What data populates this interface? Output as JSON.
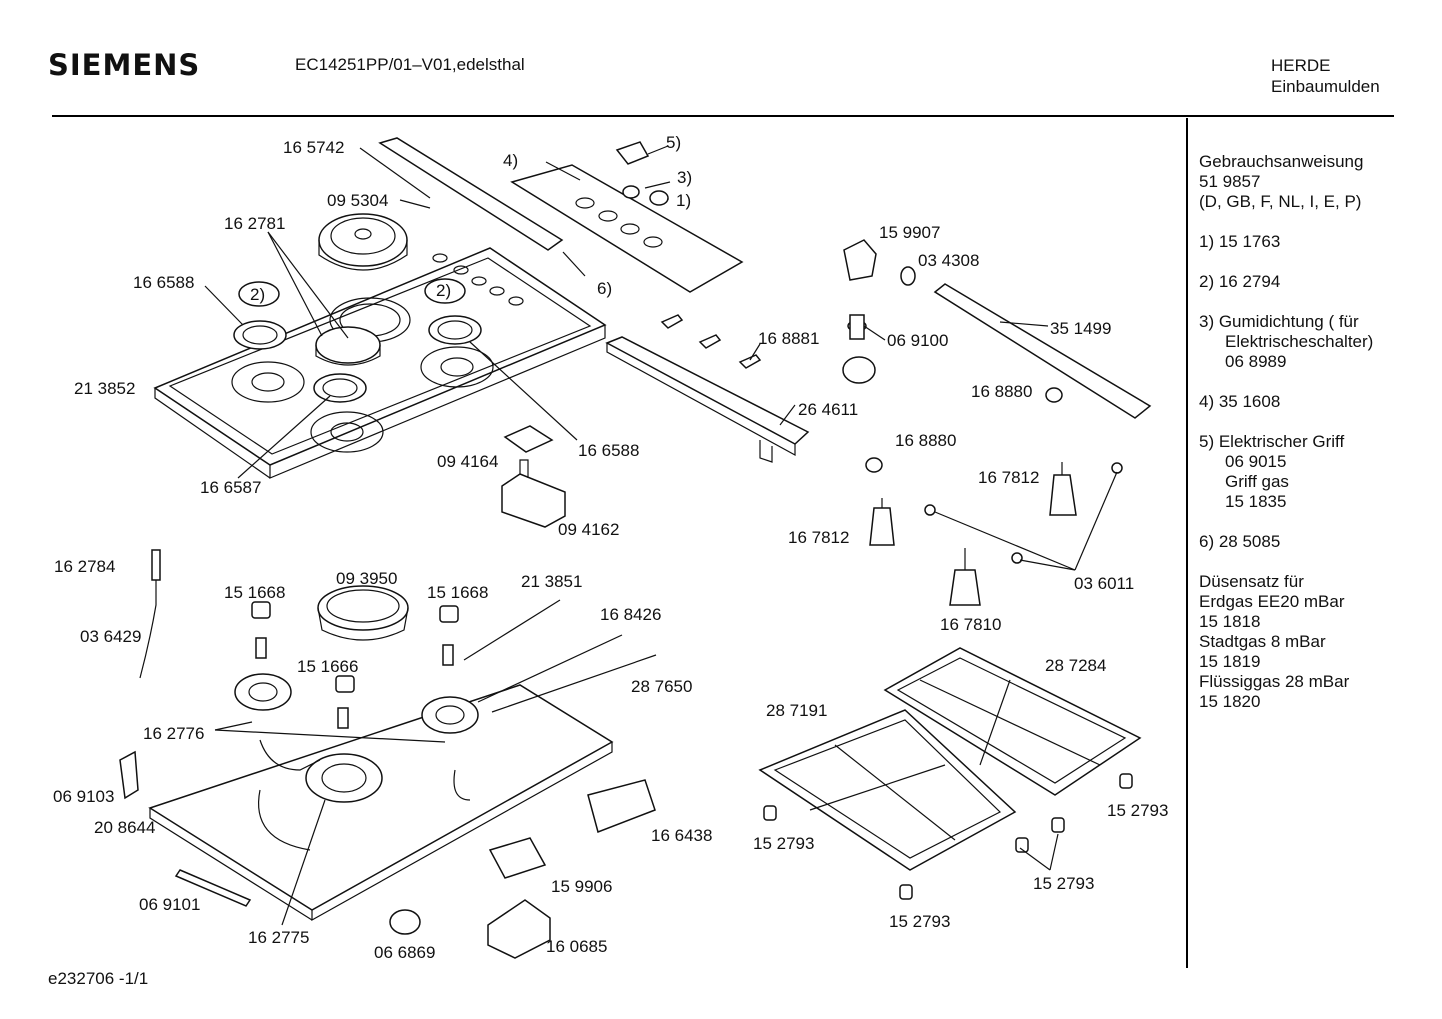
{
  "header": {
    "brand": "SIEMENS",
    "model": "EC14251PP/01–V01,edelsthal",
    "category_line1": "HERDE",
    "category_line2": "Einbaumulden"
  },
  "sidebar": {
    "manual": [
      "Gebrauchsanweisung",
      "51 9857",
      "(D, GB, F, NL, I, E, P)"
    ],
    "notes": [
      {
        "lines": [
          "1)  15 1763"
        ]
      },
      {
        "lines": [
          "2)  16 2794"
        ]
      },
      {
        "lines": [
          "3)  Gumidichtung ( für",
          "Elektrischeschalter)",
          "06 8989"
        ]
      },
      {
        "lines": [
          "4)  35 1608"
        ]
      },
      {
        "lines": [
          "5)  Elektrischer Griff",
          "06 9015",
          "Griff  gas",
          "15 1835"
        ]
      },
      {
        "lines": [
          "6)  28 5085"
        ]
      }
    ],
    "nozzles": [
      "Düsensatz für",
      "Erdgas EE20 mBar",
      "15 1818",
      "Stadtgas 8 mBar",
      "15 1819",
      "Flüssiggas 28 mBar",
      "15 1820"
    ]
  },
  "footer": {
    "code": "e232706   -1/1"
  },
  "callouts": {
    "c165742": "16 5742",
    "c095304": "09 5304",
    "c162781": "16 2781",
    "c166588a": "16 6588",
    "c213852": "21 3852",
    "c166587": "16 6587",
    "c166588b": "16 6588",
    "c094164": "09 4164",
    "c094162": "09 4162",
    "c4": "4)",
    "c5": "5)",
    "c3": "3)",
    "c1": "1)",
    "c6": "6)",
    "c2a": "2)",
    "c2b": "2)",
    "c159907": "15 9907",
    "c034308": "03 4308",
    "c168881": "16 8881",
    "c069100": "06 9100",
    "c351499": "35 1499",
    "c264611": "26 4611",
    "c168880a": "16 8880",
    "c168880b": "16 8880",
    "c167812a": "16 7812",
    "c167812b": "16 7812",
    "c036011": "03 6011",
    "c167810": "16 7810",
    "c162784": "16 2784",
    "c036429": "03 6429",
    "c151668a": "15 1668",
    "c093950": "09 3950",
    "c151668b": "15 1668",
    "c213851": "21 3851",
    "c168426": "16 8426",
    "c151666": "15 1666",
    "c287650": "28 7650",
    "c162776": "16 2776",
    "c069103": "06 9103",
    "c208644": "20 8644",
    "c069101": "06 9101",
    "c162775": "16 2775",
    "c066869": "06 6869",
    "c166438": "16 6438",
    "c159906": "15 9906",
    "c160685": "16 0685",
    "c287284": "28 7284",
    "c287191": "28 7191",
    "c152793a": "15 2793",
    "c152793b": "15 2793",
    "c152793c": "15 2793",
    "c152793d": "15 2793"
  }
}
